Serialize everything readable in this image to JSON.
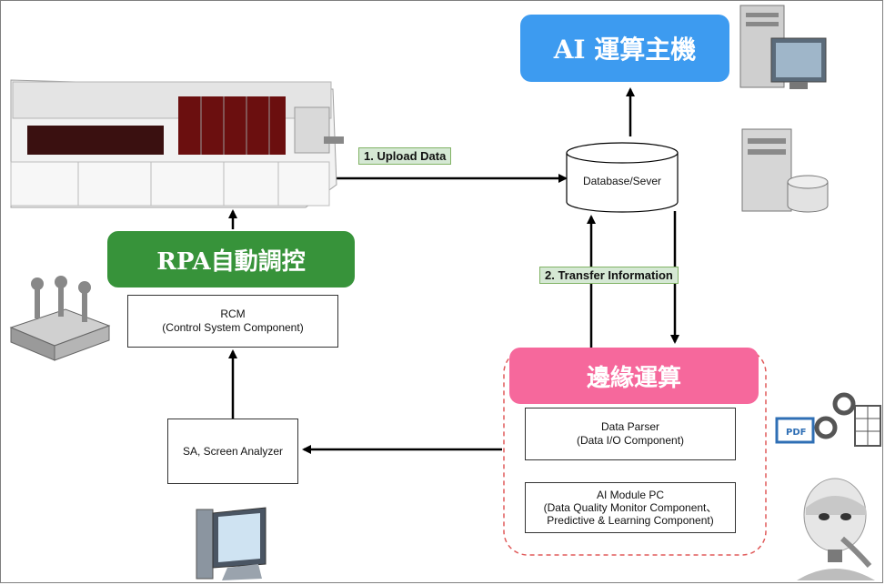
{
  "title_ai_host": "AI 運算主機",
  "title_rpa": "RPA自動調控",
  "title_edge": "邊緣運算",
  "rcm": {
    "line1": "RCM",
    "line2": "(Control System Component)"
  },
  "sa": {
    "label": "SA, Screen Analyzer"
  },
  "database": {
    "label": "Database/Sever"
  },
  "data_parser": {
    "line1": "Data Parser",
    "line2": "(Data I/O Component)"
  },
  "ai_module": {
    "line1": "AI Module PC",
    "line2": "(Data Quality Monitor Component、",
    "line3": "Predictive & Learning Component)"
  },
  "flow_upload": "1. Upload Data",
  "flow_transfer": "2. Transfer Information",
  "colors": {
    "ai_host": "#3d9bf0",
    "rpa": "#37933a",
    "edge": "#f6689c",
    "tag_bg": "#d5e8d4",
    "edge_border": "#e05a5a"
  },
  "icons": [
    "machine-equipment-image",
    "server-computer-icon",
    "database-server-icon",
    "factory-icon",
    "pdf-process-icon",
    "monitor-icon",
    "robot-thinking-image"
  ]
}
